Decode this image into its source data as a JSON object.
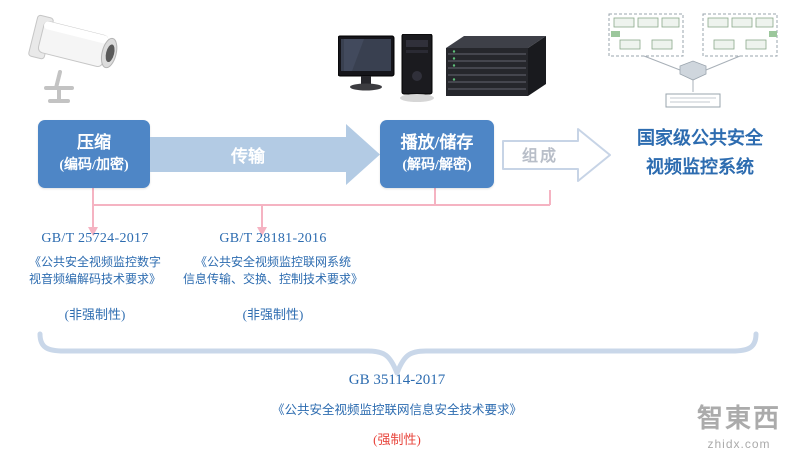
{
  "flow": {
    "compress": {
      "line1": "压缩",
      "line2": "(编码/加密)"
    },
    "transmit_label": "传输",
    "playback": {
      "line1": "播放/储存",
      "line2": "(解码/解密)"
    },
    "compose_label": "组成",
    "national": {
      "line1": "国家级公共安全",
      "line2": "视频监控系统"
    }
  },
  "standards": [
    {
      "code": "GB/T 25724-2017",
      "title_line1": "《公共安全视频监控数字",
      "title_line2": "视音频编解码技术要求》",
      "note": "(非强制性)"
    },
    {
      "code": "GB/T 28181-2016",
      "title_line1": "《公共安全视频监控联网系统",
      "title_line2": "信息传输、交换、控制技术要求》",
      "note": "(非强制性)"
    }
  ],
  "bottom_standard": {
    "code": "GB 35114-2017",
    "title": "《公共安全视频监控联网信息安全技术要求》",
    "note": "(强制性)"
  },
  "watermark": {
    "brand": "智東西",
    "domain": "zhidx.com"
  },
  "colors": {
    "box_blue": "#4E86C6",
    "arrow_light_blue": "#B3CBE4",
    "text_blue": "#2D6CB0",
    "connector_pink": "#F5B3C2",
    "mandatory_red": "#E8453C",
    "muted_gray": "#B8BEC8"
  }
}
